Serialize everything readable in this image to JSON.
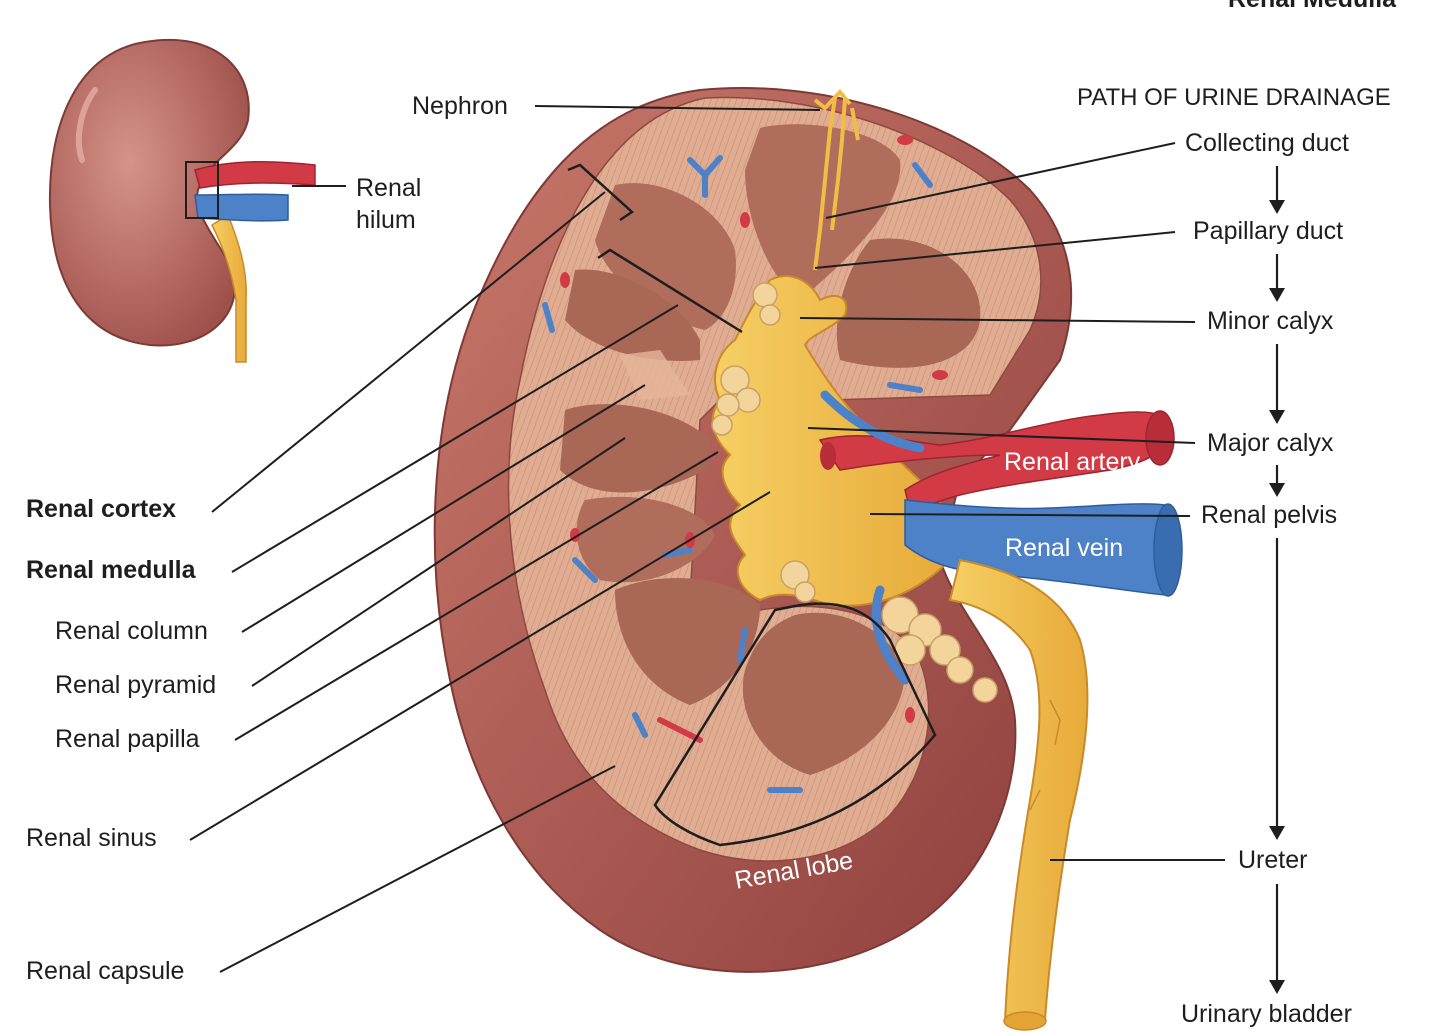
{
  "header_cut": "Renal Medulla",
  "left_labels": {
    "renal_cortex": "Renal cortex",
    "renal_medulla": "Renal medulla",
    "renal_column": "Renal column",
    "renal_pyramid": "Renal pyramid",
    "renal_papilla": "Renal papilla",
    "renal_sinus": "Renal sinus",
    "renal_capsule": "Renal capsule"
  },
  "inset": {
    "hilum_line1": "Renal",
    "hilum_line2": "hilum"
  },
  "top_label": "Nephron",
  "on_image": {
    "renal_artery": "Renal artery",
    "renal_vein": "Renal vein",
    "renal_lobe": "Renal lobe"
  },
  "drainage": {
    "heading": "PATH OF URINE DRAINAGE",
    "steps": [
      "Collecting duct",
      "Papillary duct",
      "Minor calyx",
      "Major calyx",
      "Renal pelvis",
      "Ureter",
      "Urinary bladder"
    ]
  },
  "colors": {
    "kidney_tissue": "#c98766",
    "cortex": "#dfa98a",
    "medulla": "#a96756",
    "capsule": "#a3504d",
    "pelvis": "#f2bd45",
    "artery": "#d23a45",
    "vein": "#4d82c8"
  }
}
